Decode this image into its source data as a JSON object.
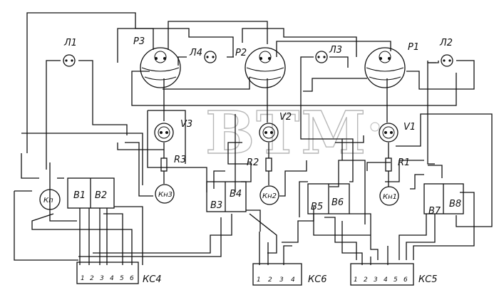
{
  "diagram": {
    "watermark": "BTM",
    "relays": [
      {
        "id": "relay-p3",
        "label": "Р3"
      },
      {
        "id": "relay-p2",
        "label": "Р2"
      },
      {
        "id": "relay-p1",
        "label": "Р1"
      }
    ],
    "lamps": [
      {
        "id": "lamp-l1",
        "label": "Л1"
      },
      {
        "id": "lamp-l4",
        "label": "Л4"
      },
      {
        "id": "lamp-l3",
        "label": "Л3"
      },
      {
        "id": "lamp-l2",
        "label": "Л2"
      }
    ],
    "valves": [
      {
        "id": "valve-v3",
        "label": "V3"
      },
      {
        "id": "valve-v2",
        "label": "V2"
      },
      {
        "id": "valve-v1",
        "label": "V1"
      }
    ],
    "resistors": [
      {
        "id": "resistor-r3",
        "label": "R3"
      },
      {
        "id": "resistor-r2",
        "label": "R2"
      },
      {
        "id": "resistor-r1",
        "label": "R1"
      }
    ],
    "buttons": [
      {
        "id": "button-kn3",
        "label": "Кн3"
      },
      {
        "id": "button-kn2",
        "label": "Кн2"
      },
      {
        "id": "button-kn1",
        "label": "Кн1"
      },
      {
        "id": "button-kp",
        "label": "Кп"
      }
    ],
    "switches": [
      "В1",
      "В2",
      "В3",
      "В4",
      "В5",
      "В6",
      "В7",
      "В8"
    ],
    "connectors": [
      {
        "id": "connector-ks4",
        "label": "КС4",
        "pins": [
          "1",
          "2",
          "3",
          "4",
          "5",
          "6"
        ]
      },
      {
        "id": "connector-ks6",
        "label": "КС6",
        "pins": [
          "1",
          "2",
          "3",
          "4"
        ]
      },
      {
        "id": "connector-ks5",
        "label": "КС5",
        "pins": [
          "1",
          "2",
          "3",
          "4",
          "5",
          "6"
        ]
      }
    ]
  }
}
